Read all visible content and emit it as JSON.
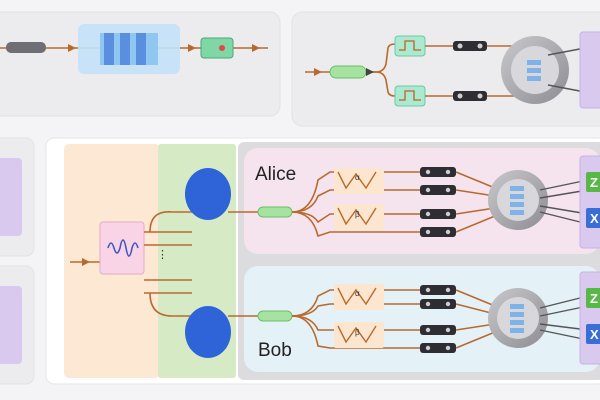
{
  "parties": {
    "alice": "Alice",
    "bob": "Bob"
  },
  "symbols": {
    "alpha": "α",
    "beta": "β",
    "ellipsis": "⋮"
  },
  "basis_labels": {
    "z": "Z",
    "x": "X"
  },
  "colors": {
    "fiber": "#b86a2e",
    "source_blue": "#2f63d8",
    "detector_green": "#57b848",
    "detector_blue": "#3a6ed6",
    "panel_purple": "#d9c9ef",
    "filter_blue": "#8fc7f0"
  }
}
